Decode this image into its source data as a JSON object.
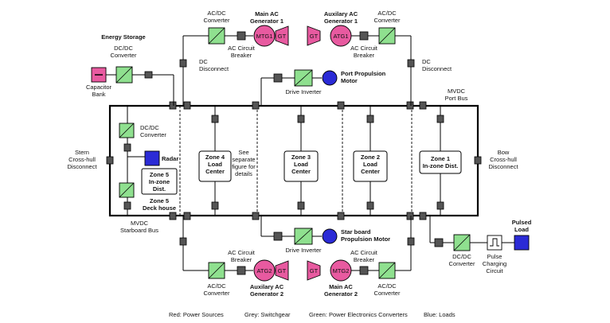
{
  "labels": {
    "energy_storage": "Energy Storage",
    "dcdc_converter": "DC/DC\nConverter",
    "capacitor_bank": "Capacitor\nBank",
    "acdc_top_left": "AC/DC\nConverter",
    "acdc_top_right": "AC/DC\nConverter",
    "acdc_bot_left": "AC/DC\nConverter",
    "acdc_bot_right": "AC/DC\nConverter",
    "main_ac_gen1": "Main AC\nGenerator 1",
    "aux_ac_gen1": "Auxilary AC\nGenerator 1",
    "aux_ac_gen2": "Auxilary AC\nGenerator 2",
    "main_ac_gen2": "Main AC\nGenerator 2",
    "acb_tl": "AC Circuit\nBreaker",
    "acb_tr": "AC Circuit\nBreaker",
    "acb_bl": "AC Circuit\nBreaker",
    "acb_br": "AC Circuit\nBreaker",
    "dc_disc_left": "DC\nDisconnect",
    "dc_disc_right": "DC\nDisconnect",
    "port_prop_motor": "Port Propulsion\nMotor",
    "drive_inverter_top": "Drive Inverter",
    "drive_inverter_bot": "Drive Inverter",
    "starboard_prop_motor": "Star board\nPropulsion Motor",
    "mvdc_port_bus": "MVDC\nPort Bus",
    "mvdc_starboard_bus": "MVDC\nStarboard Bus",
    "stern_disc": "Stern\nCross-hull\nDisconnect",
    "bow_disc": "Bow\nCross-hull\nDisconnect",
    "zone5_dcdc": "DC/DC\nConverter",
    "radar": "Radar",
    "zone5_box": "Zone 5\nIn-zone\nDist.",
    "zone5_deckhouse": "Zone 5\nDeck house",
    "zone4": "Zone 4\nLoad\nCenter",
    "see_separate": "See\nseparate\nfigure for\ndetails",
    "zone3": "Zone 3\nLoad\nCenter",
    "zone2": "Zone 2\nLoad\nCenter",
    "zone1": "Zone 1\nIn-zone Dist.",
    "pulsed_load": "Pulsed\nLoad",
    "dcdc_bottom_right": "DC/DC\nConverter",
    "pulse_charging": "Pulse\nCharging\nCircuit"
  },
  "gen_text": {
    "mtg1": "MTG1",
    "atg1": "ATG1",
    "atg2": "ATG2",
    "mtg2": "MTG2",
    "gt": "GT"
  },
  "legend": {
    "red": "Red: Power Sources",
    "grey": "Grey: Switchgear",
    "green": "Green: Power Electronics Converters",
    "blue": "Blue: Loads"
  }
}
